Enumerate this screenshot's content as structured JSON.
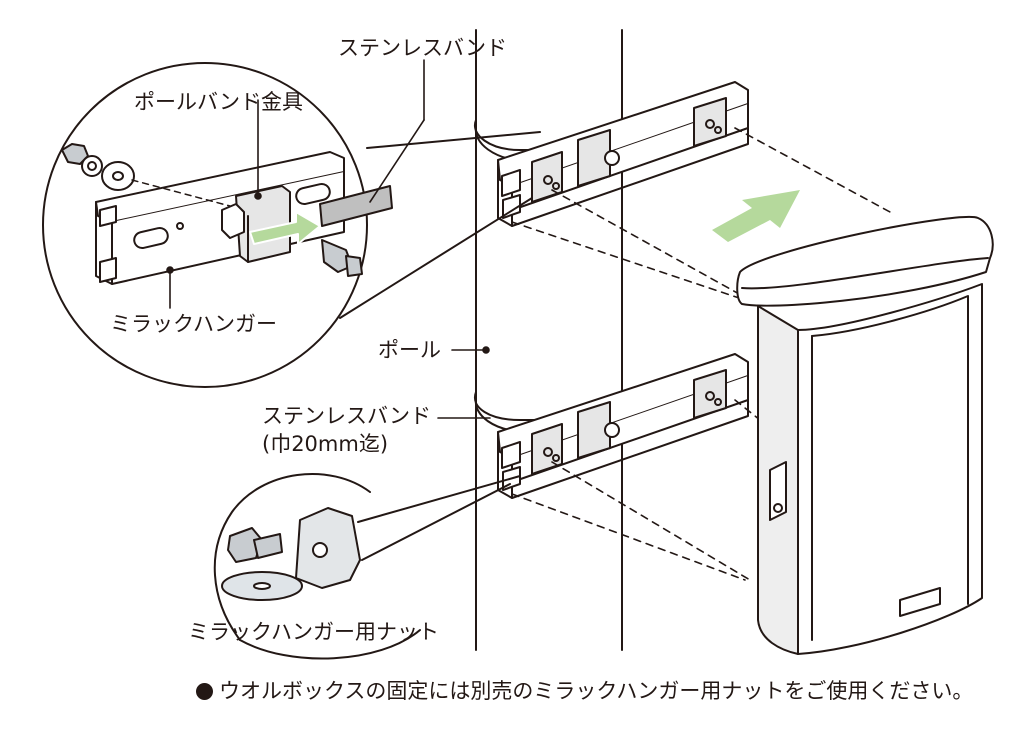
{
  "labels": {
    "stainless_band_top": "ステンレスバンド",
    "pole_band_bracket": "ポールバンド金具",
    "mirack_hanger": "ミラックハンガー",
    "pole": "ポール",
    "stainless_band_bottom_line1": "ステンレスバンド",
    "stainless_band_bottom_line2": "(巾20mm迄)",
    "mirack_hanger_nut": "ミラックハンガー用ナット"
  },
  "note": {
    "text": "ウオルボックスの固定には別売のミラックハンガー用ナットをご使用ください。"
  },
  "colors": {
    "line": "#231815",
    "arrow_green": "#b5d99c",
    "box_fill": "#ffffff",
    "box_shade": "#eeeeee",
    "band_fill": "#bfbfbf",
    "nut_metal": "#c8ccd0"
  },
  "icons": {
    "arrow": "green-arrow",
    "bullet": "black-circle"
  }
}
